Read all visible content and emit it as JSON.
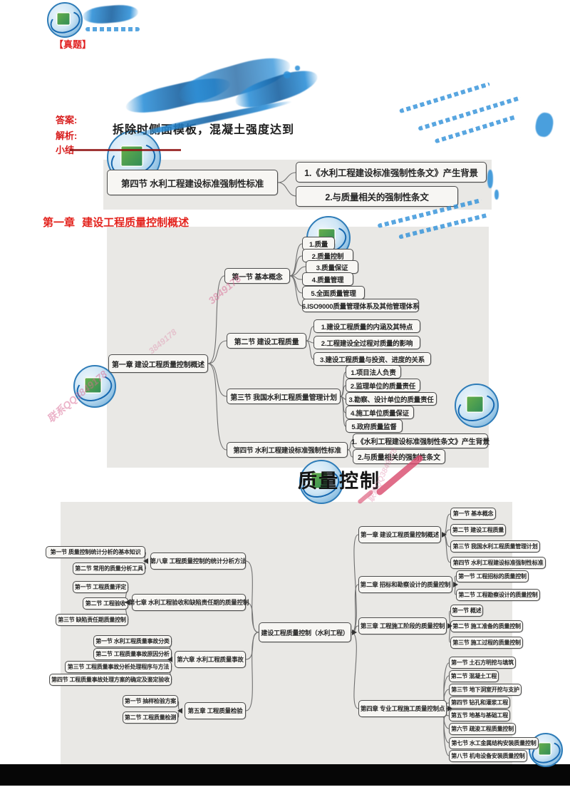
{
  "page": {
    "bg": "#ffffff",
    "panel_bg": "#e9e8e5",
    "box_border": "#4e4e4e",
    "box_fill": "#f7f6f3",
    "red_accent": "#e3231d",
    "dark_red": "#8e1212",
    "blue_watermark": "#2b8fd8",
    "pink_watermark": "#d96a94",
    "black_band": "#060606"
  },
  "header": {
    "brand_tag": "【真题】",
    "note_lines": [
      "答案:",
      "解析:",
      "小结"
    ],
    "body_fragment": "拆除时侧面模板，混凝土强度达到"
  },
  "intro_map": {
    "root": "第四节 水利工程建设标准强制性标准",
    "children": [
      "1.《水利工程建设标准强制性条文》产生背景",
      "2.与质量相关的强制性条文"
    ]
  },
  "section_heading": "第一章 建设工程质量控制概述",
  "map1": {
    "root": "第一章 建设工程质量控制概述",
    "branches": [
      {
        "label": "第一节 基本概念",
        "leaves": [
          "1.质量",
          "2.质量控制",
          "3.质量保证",
          "4.质量管理",
          "5.全面质量管理",
          "6.ISO9000质量管理体系及其他管理体系"
        ]
      },
      {
        "label": "第二节 建设工程质量",
        "leaves": [
          "1.建设工程质量的内涵及其特点",
          "2.工程建设全过程对质量的影响",
          "3.建设工程质量与投资、进度的关系"
        ]
      },
      {
        "label": "第三节 我国水利工程质量管理计划",
        "leaves": [
          "1.项目法人负责",
          "2.监理单位的质量责任",
          "3.勘察、设计单位的质量责任",
          "4.施工单位质量保证",
          "5.政府质量监督"
        ]
      },
      {
        "label": "第四节 水利工程建设标准强制性标准",
        "leaves": [
          "1.《水利工程建设标准强制性条文》产生背景",
          "2.与质量相关的强制性条文"
        ]
      }
    ]
  },
  "map2_heading": "质量控制",
  "map2": {
    "root": "建设工程质量控制（水利工程）",
    "left": [
      {
        "label": "第八章 工程质量控制的统计分析方法",
        "leaves": [
          "第一节 质量控制统计分析的基本知识",
          "第二节 常用的质量分析工具"
        ]
      },
      {
        "label": "第七章 水利工程验收和缺陷责任期的质量控制",
        "leaves": [
          "第一节 工程质量评定",
          "第二节 工程验收",
          "第三节 缺陷责任期质量控制"
        ]
      },
      {
        "label": "第六章 水利工程质量事故",
        "leaves": [
          "第一节 水利工程质量事故分类",
          "第二节 工程质量事故原因分析",
          "第三节 工程质量事故分析处理程序与方法",
          "第四节 工程质量事故处理方案的确定及鉴定验收"
        ]
      },
      {
        "label": "第五章 工程质量检验",
        "leaves": [
          "第一节 抽样检验方案",
          "第二节 工程质量检测"
        ]
      }
    ],
    "right": [
      {
        "label": "第一章 建设工程质量控制概述",
        "leaves": [
          "第一节 基本概念",
          "第二节 建设工程质量",
          "第三节 我国水利工程质量管理计划",
          "第四节 水利工程建设标准强制性标准"
        ]
      },
      {
        "label": "第二章 招标和勘察设计的质量控制",
        "leaves": [
          "第一节 工程招标的质量控制",
          "第二节 工程勘察设计的质量控制"
        ]
      },
      {
        "label": "第三章 工程施工阶段的质量控制",
        "leaves": [
          "第一节 概述",
          "第二节 施工准备的质量控制",
          "第三节 施工过程的质量控制"
        ]
      },
      {
        "label": "第四章 专业工程施工质量控制点",
        "leaves": [
          "第一节 土石方明挖与填筑",
          "第二节 混凝土工程",
          "第三节 地下洞室开挖与支护",
          "第四节 钻孔和灌浆工程",
          "第五节 地基与基础工程",
          "第六节 疏浚工程质量控制",
          "第七节 水工金属结构安装质量控制",
          "第八节 机电设备安装质量控制"
        ]
      }
    ]
  },
  "watermarks": {
    "qq_text": "3849178",
    "contact_text": "联系QQ3849178"
  }
}
